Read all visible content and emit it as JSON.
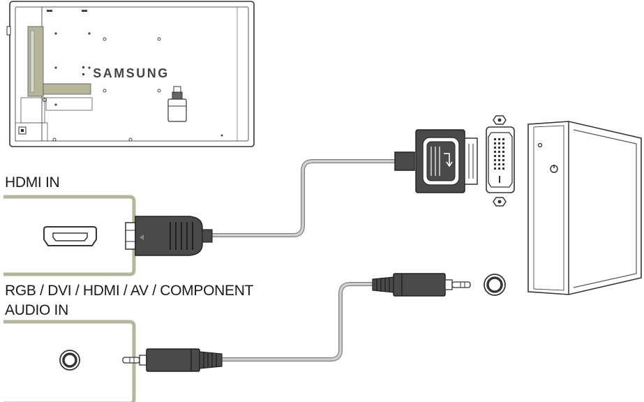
{
  "display": {
    "brand": "SAMSUNG"
  },
  "ports": {
    "hdmi_label": "HDMI IN",
    "audio_label_line1": "RGB / DVI / HDMI / AV / COMPONENT",
    "audio_label_line2": "AUDIO IN"
  },
  "colors": {
    "highlight": "#b5b59a",
    "connector": "#4a4a4a",
    "cable": "#c8c8c8",
    "outline": "#333333",
    "label_text": "#1a1a1a"
  },
  "icons": [
    "display-back-panel",
    "hdmi-port-icon",
    "hdmi-plug-icon",
    "dvi-plug-icon",
    "dvi-port-icon",
    "audio-jack-icon",
    "audio-plug-icon",
    "pc-tower-icon"
  ]
}
